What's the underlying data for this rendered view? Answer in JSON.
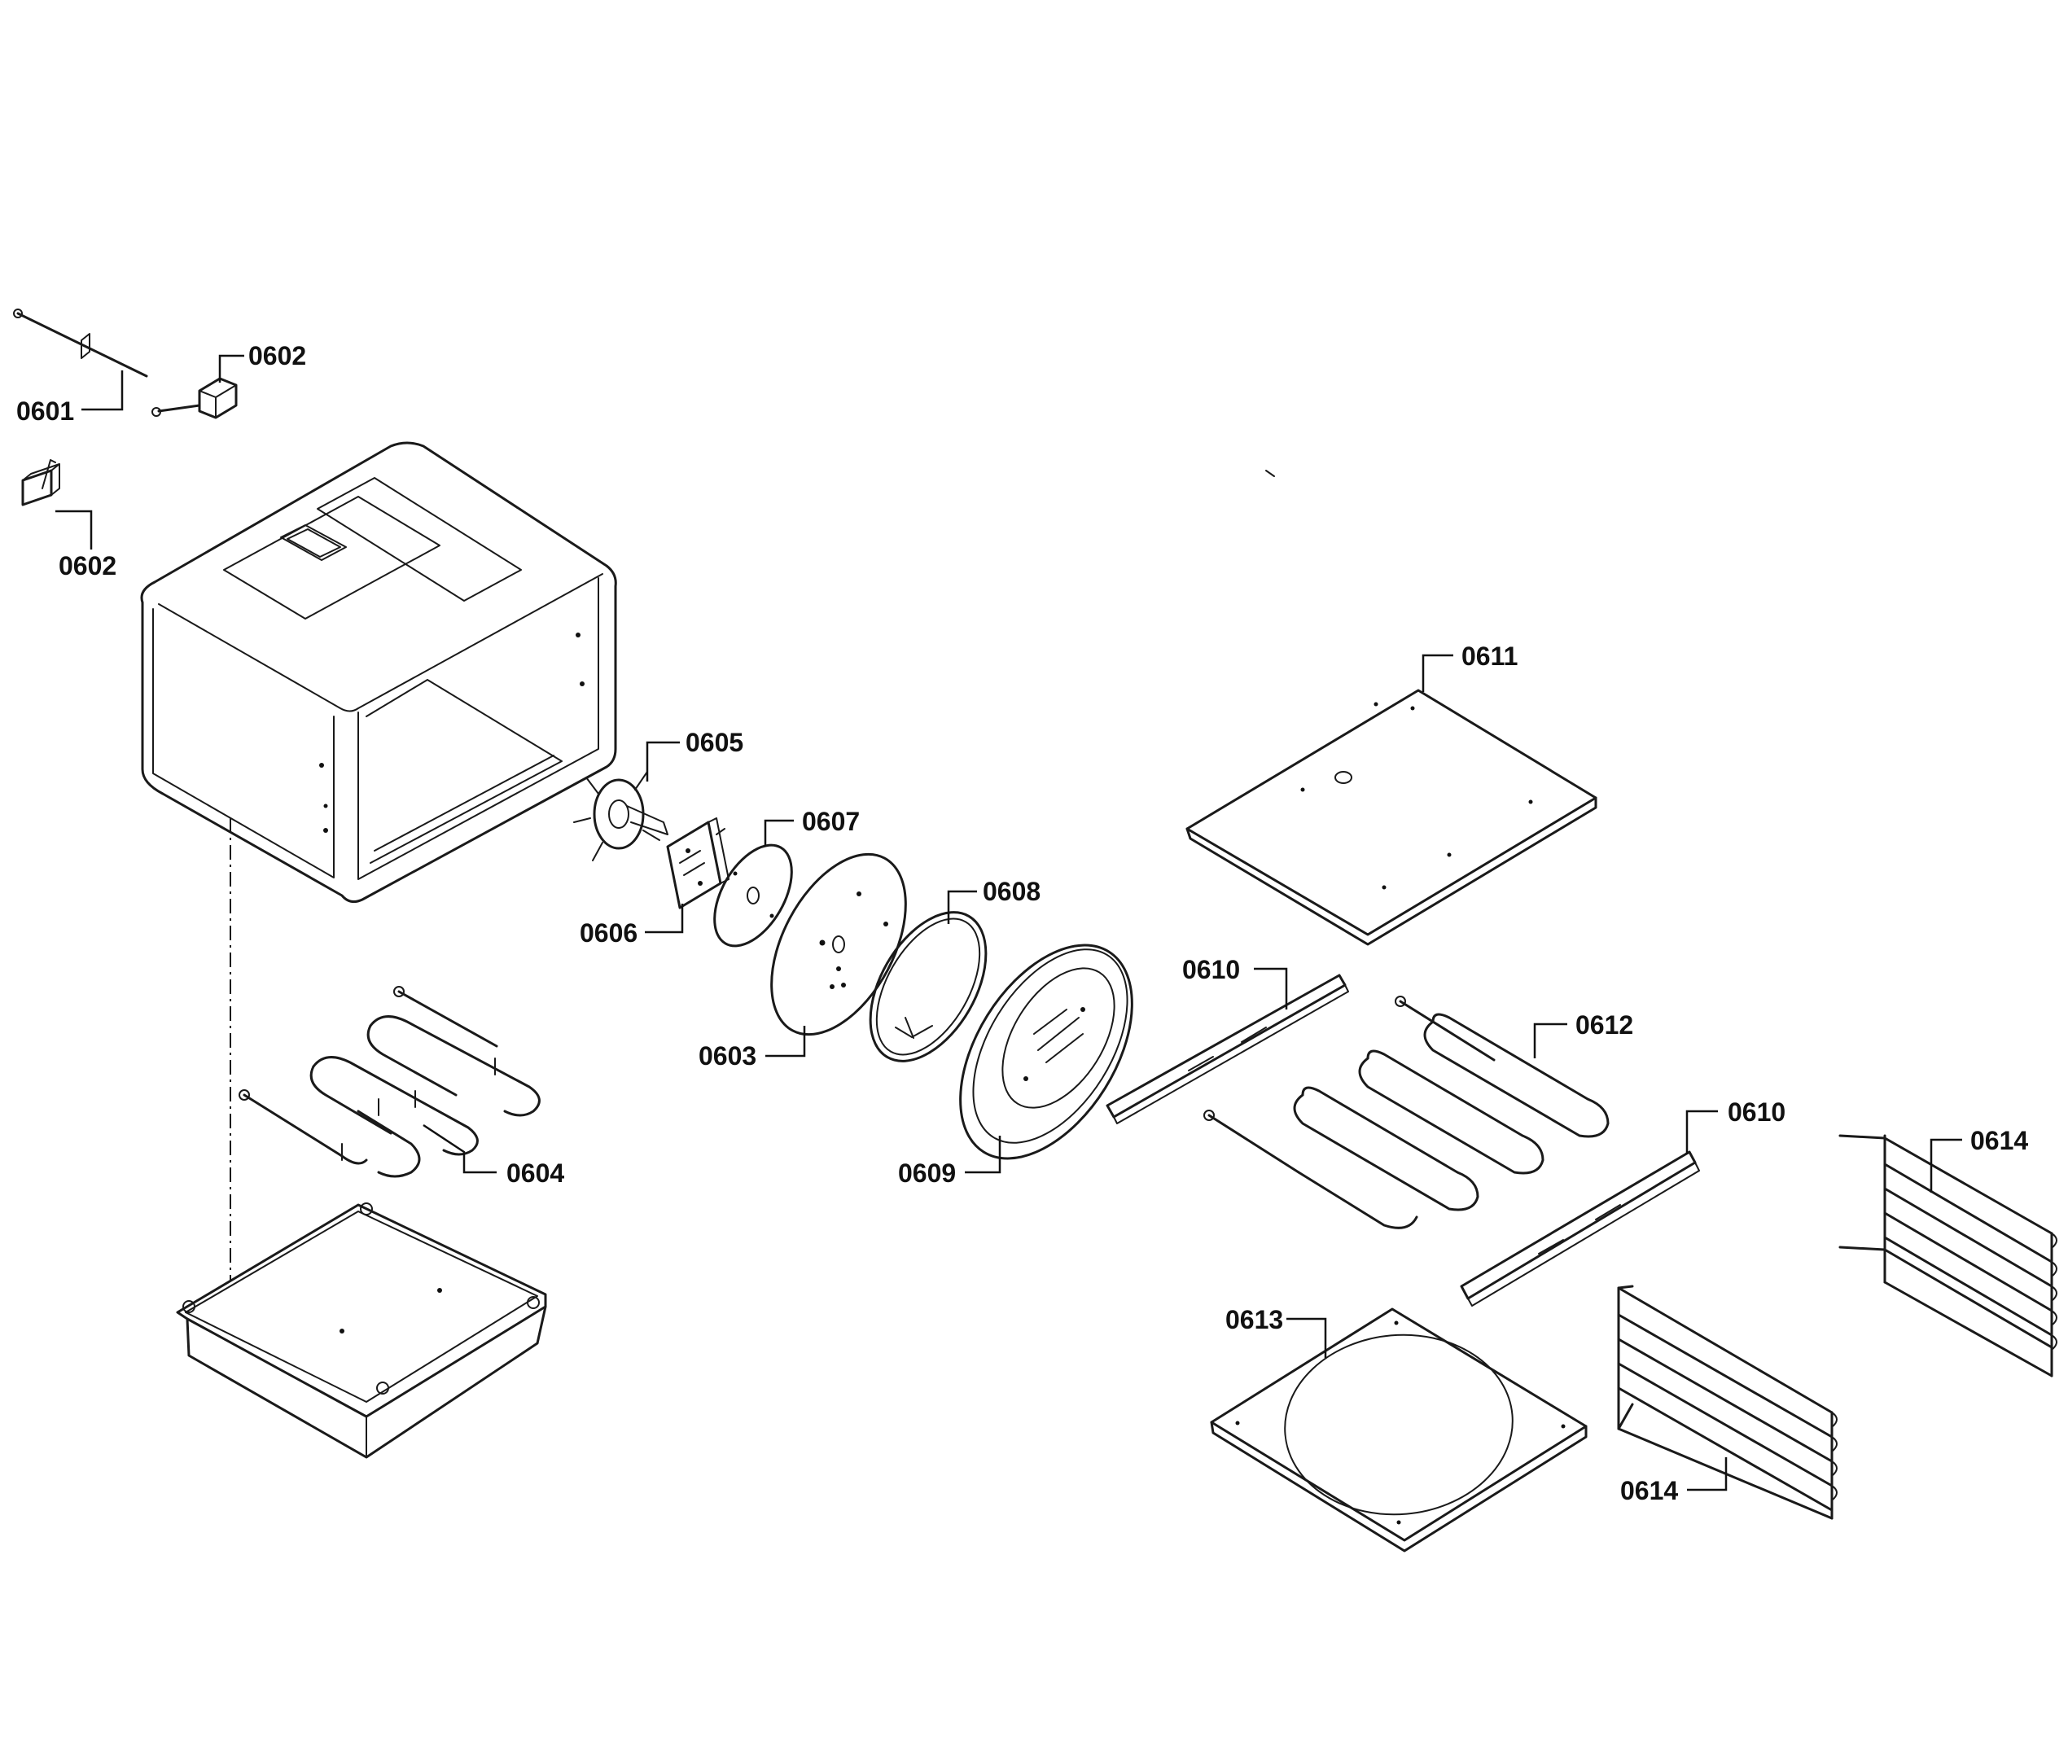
{
  "callouts": [
    {
      "id": "c-0601",
      "label": "0601"
    },
    {
      "id": "c-0602a",
      "label": "0602"
    },
    {
      "id": "c-0602b",
      "label": "0602"
    },
    {
      "id": "c-0605",
      "label": "0605"
    },
    {
      "id": "c-0607",
      "label": "0607"
    },
    {
      "id": "c-0606",
      "label": "0606"
    },
    {
      "id": "c-0608",
      "label": "0608"
    },
    {
      "id": "c-0603",
      "label": "0603"
    },
    {
      "id": "c-0609",
      "label": "0609"
    },
    {
      "id": "c-0604",
      "label": "0604"
    },
    {
      "id": "c-0611",
      "label": "0611"
    },
    {
      "id": "c-0610a",
      "label": "0610"
    },
    {
      "id": "c-0612",
      "label": "0612"
    },
    {
      "id": "c-0610b",
      "label": "0610"
    },
    {
      "id": "c-0614a",
      "label": "0614"
    },
    {
      "id": "c-0613",
      "label": "0613"
    },
    {
      "id": "c-0614b",
      "label": "0614"
    }
  ],
  "colors": {
    "line": "#1a1a1a",
    "background": "#ffffff"
  }
}
